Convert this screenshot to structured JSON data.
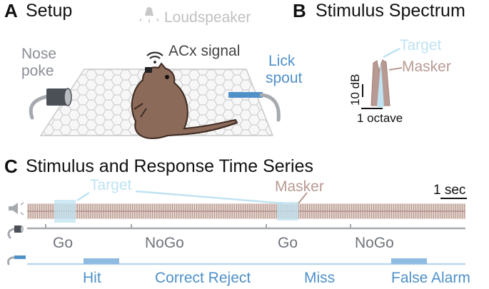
{
  "panelA": {
    "letter": "A",
    "title": "Setup",
    "loudspeaker": "Loudspeaker",
    "acx_signal": "ACx signal",
    "nose_poke_line1": "Nose",
    "nose_poke_line2": "poke",
    "lick_spout_line1": "Lick",
    "lick_spout_line2": "spout"
  },
  "panelB": {
    "letter": "B",
    "title": "Stimulus Spectrum",
    "target": "Target",
    "masker": "Masker",
    "scale_db": "10 dB",
    "scale_octave": "1 octave"
  },
  "panelC": {
    "letter": "C",
    "title": "Stimulus and Response Time Series",
    "target": "Target",
    "masker": "Masker",
    "scale_time": "1 sec",
    "trials": [
      "Go",
      "NoGo",
      "Go",
      "NoGo"
    ],
    "outcomes": [
      "Hit",
      "Correct Reject",
      "Miss",
      "False Alarm"
    ]
  },
  "colors": {
    "target": "#bfe3f2",
    "masker": "#b89a92",
    "lick": "#4f90c9",
    "gray": "#8a8f96",
    "dark": "#111111"
  },
  "icons": [
    "loudspeaker-icon",
    "wifi-signal-icon",
    "gerbil-icon",
    "nose-poke-icon",
    "lick-spout-icon"
  ]
}
